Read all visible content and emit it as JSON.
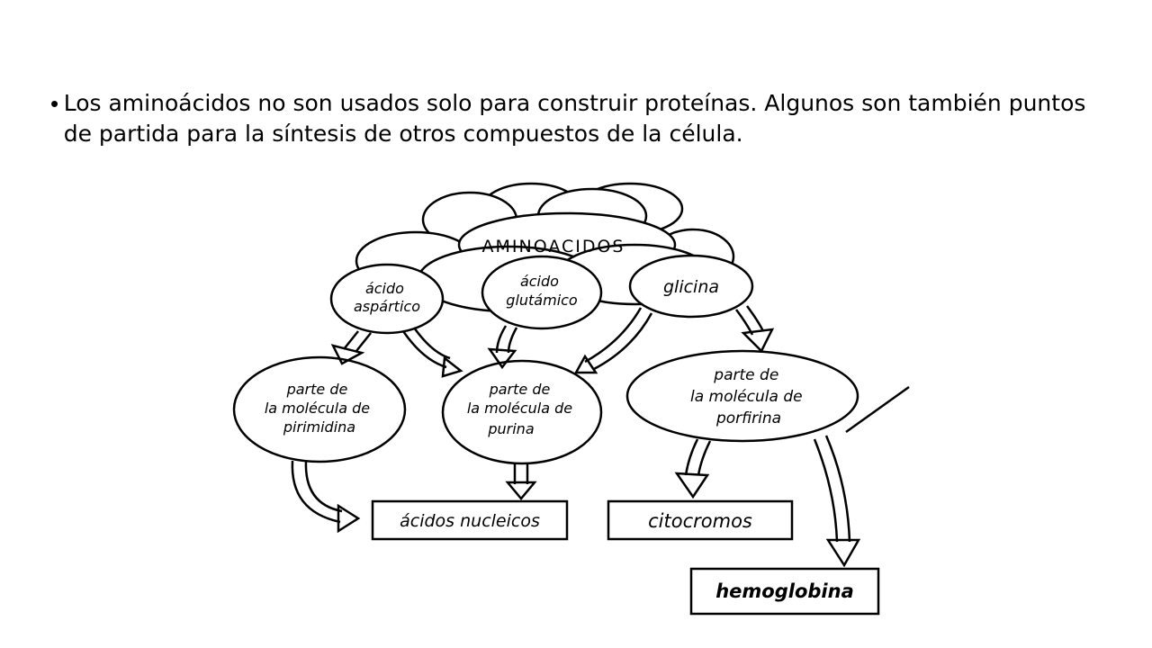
{
  "slide": {
    "bullet": "Los aminoácidos no son usados solo para construir proteínas.  Algunos son también puntos de partida para la síntesis de otros compuestos de la célula."
  },
  "diagram": {
    "cluster_label": "AMINOACIDOS",
    "sources": {
      "aspartico": [
        "ácido",
        "aspártico"
      ],
      "glutamico": [
        "ácido",
        "glutámico"
      ],
      "glicina": [
        "glicina"
      ]
    },
    "intermediates": {
      "pirimidina": [
        "parte de",
        "la molécula de",
        "pirimidina"
      ],
      "purina": [
        "parte de",
        "la molécula de",
        "purina"
      ],
      "porfirina": [
        "parte de",
        "la molécula de",
        "porfirina"
      ]
    },
    "products": {
      "acidos_nucleicos": "ácidos nucleicos",
      "citocromos": "citocromos",
      "hemoglobina": "hemoglobina"
    }
  }
}
